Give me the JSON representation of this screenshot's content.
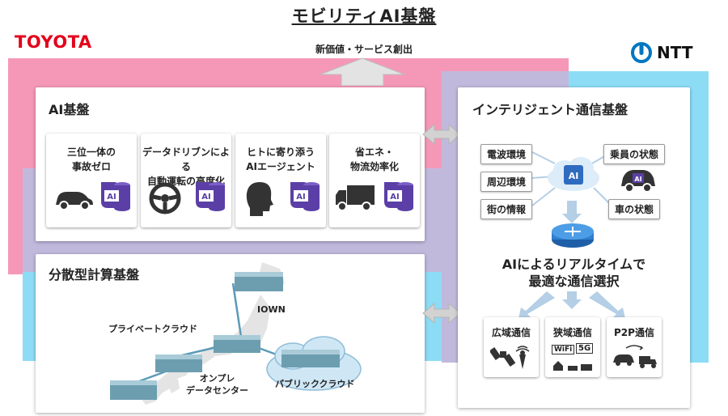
{
  "page_title": "モビリティAI基盤",
  "left_logo": "TOYOTA",
  "right_logo": "NTT",
  "top_arrow_label": "新価値・サービス創出",
  "colors": {
    "pink": "#f598b7",
    "lavender": "#c1b9dc",
    "sky": "#8ddcf5",
    "toyota_red": "#e3001b",
    "ai_purple": "#5b3fa6",
    "ntt_blue": "#0076c0"
  },
  "ai_platform": {
    "title": "AI基盤",
    "features": [
      {
        "label": "三位一体の\n事故ゼロ",
        "icon": "car-icon"
      },
      {
        "label": "データドリブンによる\n自動運転の高度化",
        "icon": "steering-wheel-icon"
      },
      {
        "label": "ヒトに寄り添う\nAIエージェント",
        "icon": "human-head-icon"
      },
      {
        "label": "省エネ・\n物流効率化",
        "icon": "truck-icon"
      }
    ],
    "ai_badge": "AI"
  },
  "distributed_computing": {
    "title": "分散型計算基盤",
    "labels": {
      "iown": "IOWN",
      "private_cloud": "プライベートクラウド",
      "onprem": "オンプレ\nデータセンター",
      "public_cloud": "パブリッククラウド"
    }
  },
  "intelligent_comm": {
    "title": "インテリジェント通信基盤",
    "inputs_left": [
      "電波環境",
      "周辺環境",
      "街の情報"
    ],
    "inputs_right": [
      "乗員の状態",
      "車の状態"
    ],
    "chip_label": "AI",
    "caption": "AIによるリアルタイムで\n最適な通信選択",
    "options": [
      {
        "label": "広域通信",
        "icon": "satellite-icon"
      },
      {
        "label": "狭域通信",
        "icon": "wifi-5g-icon",
        "badges": [
          "WiFi",
          "5G"
        ]
      },
      {
        "label": "P2P通信",
        "icon": "vehicle-p2p-icon"
      }
    ]
  }
}
